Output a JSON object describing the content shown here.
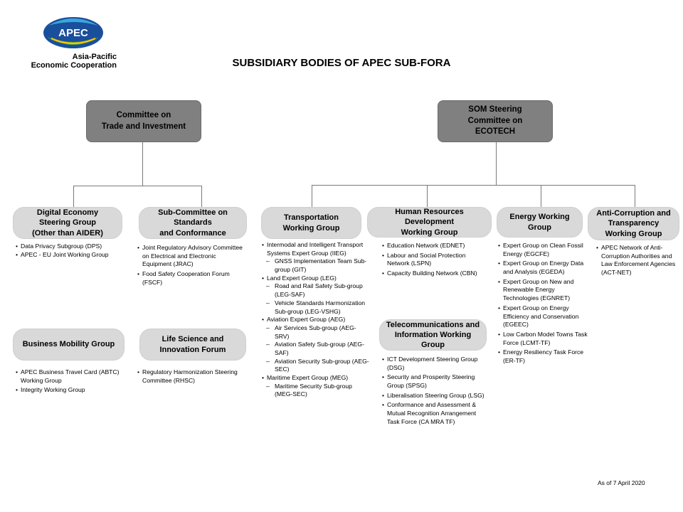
{
  "logo": {
    "name": "APEC",
    "line1": "Asia-Pacific",
    "line2": "Economic Cooperation"
  },
  "title": "SUBSIDIARY BODIES OF APEC SUB-FORA",
  "footer": {
    "as_of": "As of 7 April 2020"
  },
  "committees": {
    "cti": {
      "line1": "Committee on",
      "line2": "Trade and Investment"
    },
    "ecotech": {
      "line1": "SOM Steering",
      "line2": "Committee on",
      "line3": "ECOTECH"
    }
  },
  "groups": {
    "digital": {
      "line1": "Digital Economy",
      "line2": "Steering Group",
      "line3": "(Other than AIDER)",
      "items": [
        "Data Privacy Subgroup (DPS)",
        "APEC - EU Joint Working Group"
      ]
    },
    "standards": {
      "line1": "Sub-Committee on Standards",
      "line2": "and Conformance",
      "items": [
        "Joint Regulatory Advisory Committee on Electrical and Electronic Equipment (JRAC)",
        "Food Safety Cooperation Forum (FSCF)"
      ]
    },
    "mobility": {
      "line1": "Business Mobility Group",
      "items": [
        "APEC Business Travel Card (ABTC) Working Group",
        "Integrity Working Group"
      ]
    },
    "lifescience": {
      "line1": "Life Science and",
      "line2": "Innovation Forum",
      "items": [
        "Regulatory Harmonization Steering Committee (RHSC)"
      ]
    },
    "transport": {
      "line1": "Transportation",
      "line2": "Working Group",
      "items": [
        "Intermodal and Intelligent Transport Systems Expert Group (IIEG)",
        "GNSS Implementation Team Sub-group (GIT)",
        "Land Expert Group (LEG)",
        "Road and Rail Safety Sub-group (LEG-SAF)",
        "Vehicle Standards Harmonization Sub-group (LEG-VSHG)",
        "Aviation Expert Group (AEG)",
        "Air Services Sub-group (AEG-SRV)",
        "Aviation Safety Sub-group (AEG-SAF)",
        "Aviation Security Sub-group (AEG-SEC)",
        "Maritime Expert Group (MEG)",
        "Maritime Security Sub-group (MEG-SEC)"
      ]
    },
    "hrd": {
      "line1": "Human Resources Development",
      "line2": "Working Group",
      "items": [
        "Education Network (EDNET)",
        "Labour and Social Protection Network (LSPN)",
        "Capacity Building Network (CBN)"
      ]
    },
    "telecom": {
      "line1": "Telecommunications and",
      "line2": "Information Working Group",
      "items": [
        "ICT Development Steering Group (DSG)",
        "Security and Prosperity Steering Group (SPSG)",
        "Liberalisation Steering Group (LSG)",
        "Conformance and Assessment & Mutual Recognition Arrangement Task Force (CA MRA TF)"
      ]
    },
    "energy": {
      "line1": "Energy Working Group",
      "items": [
        "Expert Group on Clean Fossil Energy (EGCFE)",
        "Expert Group on Energy Data and Analysis (EGEDA)",
        "Expert Group on New and Renewable Energy Technologies (EGNRET)",
        "Expert Group on Energy Efficiency and Conservation (EGEEC)",
        "Low Carbon Model Towns Task Force (LCMT-TF)",
        "Energy Resiliency Task Force (ER-TF)"
      ]
    },
    "anticorruption": {
      "line1": "Anti-Corruption  and",
      "line2": "Transparency",
      "line3": "Working Group",
      "items": [
        "APEC Network of Anti-Corruption Authorities and Law Enforcement Agencies (ACT-NET)"
      ]
    }
  }
}
